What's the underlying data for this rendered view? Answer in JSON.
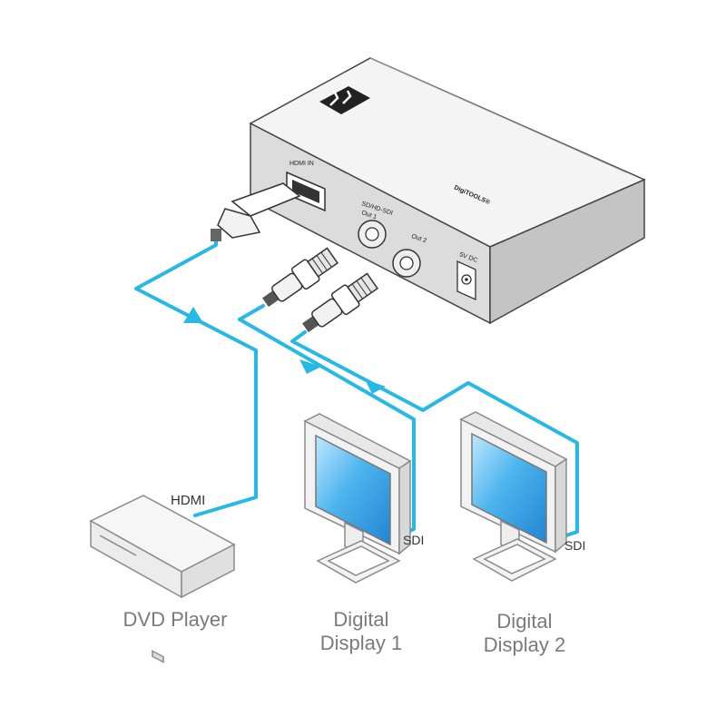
{
  "device": {
    "hdmi_in_label": "HDMI IN",
    "sdi_label": "SD/HD-SDI",
    "out1_label": "Out 1",
    "out2_label": "Out 2",
    "power_label": "5V DC",
    "brand_label": "DigiTOOLS®"
  },
  "connections": {
    "hdmi_label": "HDMI",
    "sdi1_label": "SDI",
    "sdi2_label": "SDI"
  },
  "devices": {
    "dvd_player": "DVD Player",
    "display1_line1": "Digital",
    "display1_line2": "Display 1",
    "display2_line1": "Digital",
    "display2_line2": "Display 2"
  },
  "colors": {
    "cable": "#28b8e6",
    "screen": "#38a8e8",
    "device_body": "#f2f2f2",
    "outline": "#444444"
  }
}
